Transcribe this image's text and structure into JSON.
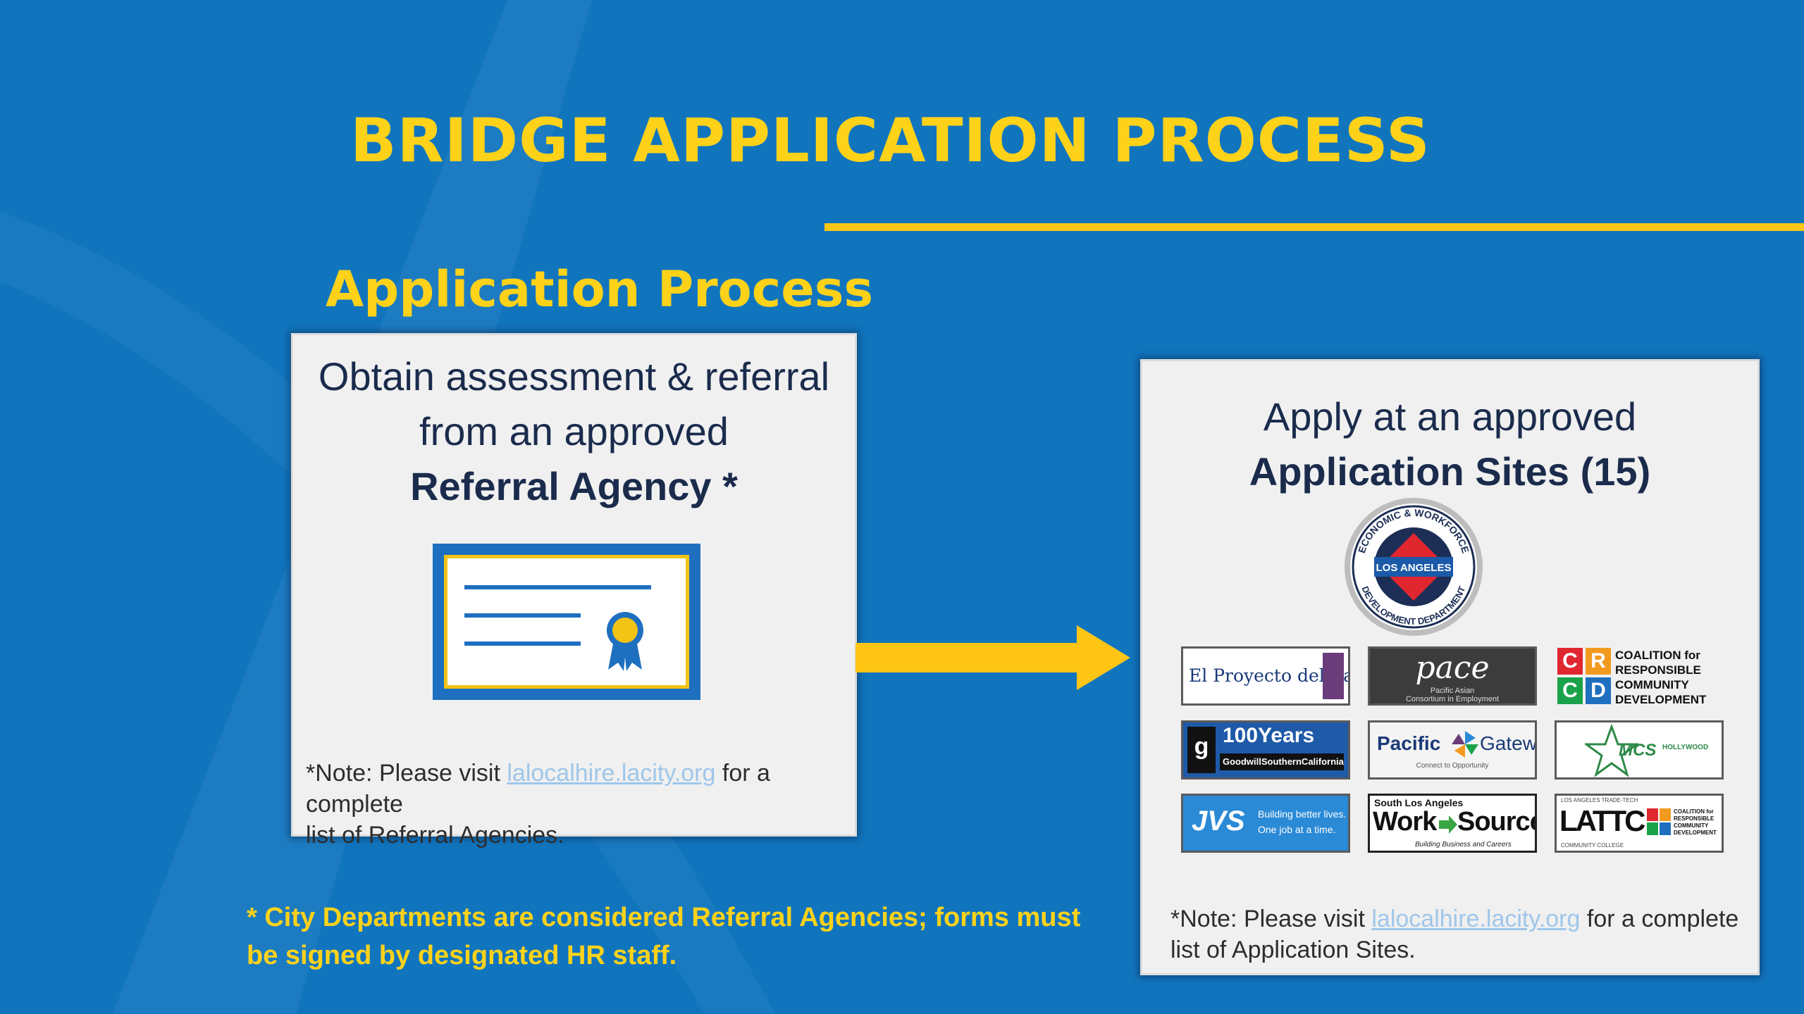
{
  "title": "BRIDGE APPLICATION PROCESS",
  "subtitle": "Application Process",
  "left_card": {
    "line1": "Obtain assessment & referral",
    "line2": "from an approved",
    "bold": "Referral Agency *",
    "note_prefix": "*Note: Please visit ",
    "note_link": "lalocalhire.lacity.org",
    "note_suffix": " for a complete",
    "note_line2": "list of Referral Agencies."
  },
  "right_card": {
    "line1": "Apply at an approved",
    "bold": "Application Sites (15)",
    "note_prefix": "*Note: Please visit ",
    "note_link": "lalocalhire.lacity.org",
    "note_suffix": " for a complete",
    "note_line2": "list of Application Sites."
  },
  "footnote": {
    "line1": "* City Departments are considered Referral Agencies; forms must",
    "line2": "be signed by designated HR staff."
  },
  "seal": {
    "center": "LOS ANGELES",
    "top": "ECONOMIC & WORKFORCE",
    "bottom": "DEVELOPMENT DEPARTMENT"
  },
  "logos": {
    "proyecto": "El Proyecto del Barrio",
    "pace_main": "pace",
    "pace_sub1": "Pacific Asian",
    "pace_sub2": "Consortium in Employment",
    "crcd_letters": [
      "C",
      "R",
      "C",
      "D"
    ],
    "crcd_text": [
      "COALITION for",
      "RESPONSIBLE",
      "COMMUNITY",
      "DEVELOPMENT"
    ],
    "goodwill_main": "100Years",
    "goodwill_sub": "GoodwillSouthernCalifornia",
    "pacific_left": "Pacific",
    "pacific_right": "Gateway",
    "pacific_sub": "Connect to Opportunity",
    "mcs": "MCS",
    "mcs_side": "HOLLYWOOD",
    "jvs_main": "JVS",
    "jvs_sub1": "Building better lives.",
    "jvs_sub2": "One job at a time.",
    "ws_top": "South Los Angeles",
    "ws_work": "Work",
    "ws_source": "Source",
    "ws_sub": "Building Business and Careers",
    "lattc_top": "LOS ANGELES TRADE-TECH",
    "lattc_main": "LATTC",
    "lattc_sub": "COMMUNITY COLLEGE"
  },
  "colors": {
    "background": "#1175be",
    "accent_yellow": "#ffd21a",
    "card": "#f0f0f0",
    "card_text": "#1a2b4c"
  }
}
